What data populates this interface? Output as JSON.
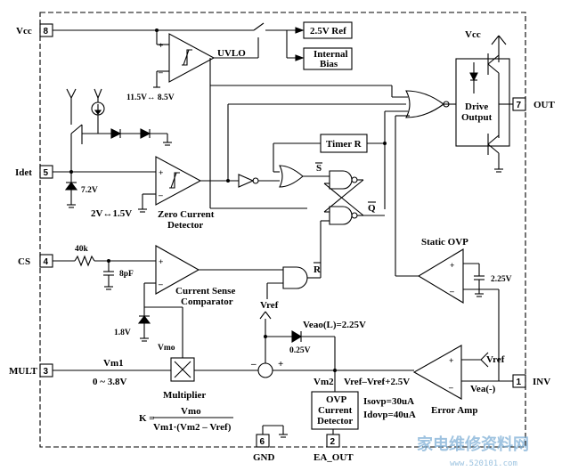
{
  "pins": {
    "p8": {
      "num": "8",
      "name": "Vcc"
    },
    "p5": {
      "num": "5",
      "name": "Idet"
    },
    "p4": {
      "num": "4",
      "name": "CS"
    },
    "p3": {
      "num": "3",
      "name": "MULT"
    },
    "p7": {
      "num": "7",
      "name": "OUT"
    },
    "p1": {
      "num": "1",
      "name": "INV"
    },
    "p6": {
      "num": "6",
      "name": "GND"
    },
    "p2": {
      "num": "2",
      "name": "EA_OUT"
    }
  },
  "blocks": {
    "ref": "2.5V Ref",
    "bias_1": "Internal",
    "bias_2": "Bias",
    "uvlo": "UVLO",
    "uvlo_thresh": "11.5V↔ 8.5V",
    "timer": "Timer R",
    "drive_1": "Drive",
    "drive_2": "Output",
    "zcd_1": "Zero Current",
    "zcd_2": "Detector",
    "zcd_thresh": "2V↔1.5V",
    "clamp": "7.2V",
    "csc_1": "Current Sense",
    "csc_2": "Comparator",
    "res": "40k",
    "cap": "8pF",
    "static_ovp": "Static OVP",
    "ovp_ref": "2.25V",
    "vref": "Vref",
    "veao": "Veao(L)=2.25V",
    "diode_v": "0.25V",
    "zener_18": "1.8V",
    "vmo": "Vmo",
    "vm1": "Vm1",
    "vm1_range": "0 ~ 3.8V",
    "multiplier": "Multiplier",
    "vm2": "Vm2",
    "vm2_eq": "Vref–Vref+2.5V",
    "err_amp": "Error Amp",
    "err_vref": "Vref",
    "vea": "Vea(-)",
    "ovp_det_1": "OVP",
    "ovp_det_2": "Current",
    "ovp_det_3": "Detector",
    "isovp": "Isovp=30uA",
    "idovp": "Idovp=40uA",
    "k_lhs": "K =",
    "k_num": "Vmo",
    "k_den": "Vm1·(Vm2 – Vref)",
    "vcc_drive": "Vcc",
    "s_bar": "S",
    "r_bar": "R",
    "q_bar": "Q",
    "plus": "+",
    "minus": "–"
  },
  "watermark": {
    "cn": "家电维修资料网",
    "url": "www.520101.com"
  }
}
